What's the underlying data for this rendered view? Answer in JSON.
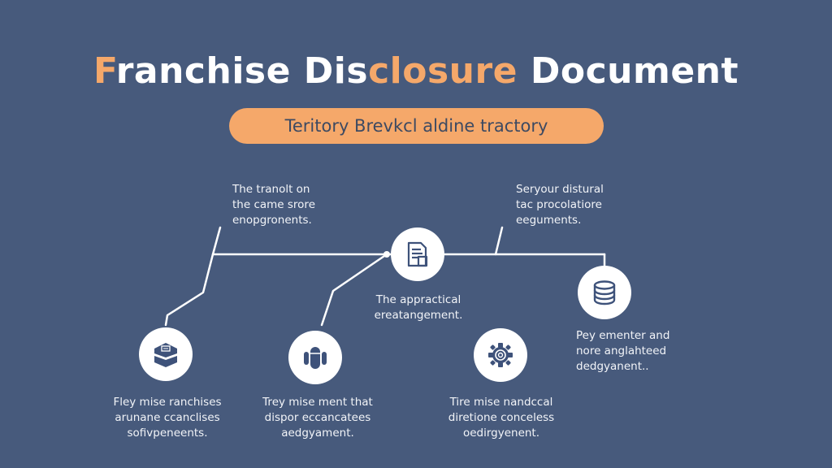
{
  "header": {
    "title_parts": [
      {
        "text": "F",
        "accent": true
      },
      {
        "text": "ranchise Dis",
        "accent": false
      },
      {
        "text": "closure",
        "accent": true
      },
      {
        "text": " Document",
        "accent": false
      }
    ],
    "subtitle": "Teritory Brevkcl aldine tractory"
  },
  "colors": {
    "background": "#475a7c",
    "accent": "#f5a86a",
    "node_fill": "#ffffff",
    "icon": "#3e527a",
    "line": "#ffffff"
  },
  "nodes": [
    {
      "id": "document",
      "icon": "document-icon",
      "caption": [
        "The appractical",
        "ereatangement."
      ]
    },
    {
      "id": "database",
      "icon": "database-icon",
      "caption": [
        "Pey ementer and",
        "nore anglahteed",
        "dedgyanent.."
      ]
    },
    {
      "id": "box",
      "icon": "box-icon",
      "caption": [
        "Fley mise ranchises",
        "arunane ccanclises",
        "sofivpeneents."
      ]
    },
    {
      "id": "cylinder",
      "icon": "cylinder-icon",
      "caption": [
        "Trey mise ment that",
        "dispor eccancatees",
        "aedgyament."
      ]
    },
    {
      "id": "gear",
      "icon": "gear-icon",
      "caption": [
        "Tire mise nandccal",
        "diretione conceless",
        "oedirgyenent."
      ]
    }
  ],
  "top_annotations": [
    {
      "id": "left",
      "lines": [
        "The tranolt on",
        "the came srore",
        "enopgronents."
      ]
    },
    {
      "id": "right",
      "lines": [
        "Seryour distural",
        "tac procolatiore",
        "eeguments."
      ]
    }
  ]
}
